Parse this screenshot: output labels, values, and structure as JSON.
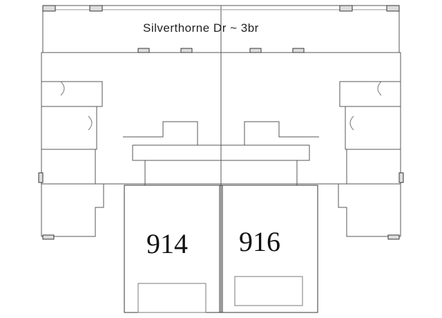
{
  "plan": {
    "title": "Silverthorne Dr ~ 3br",
    "units": [
      {
        "number": "914"
      },
      {
        "number": "916"
      }
    ]
  }
}
